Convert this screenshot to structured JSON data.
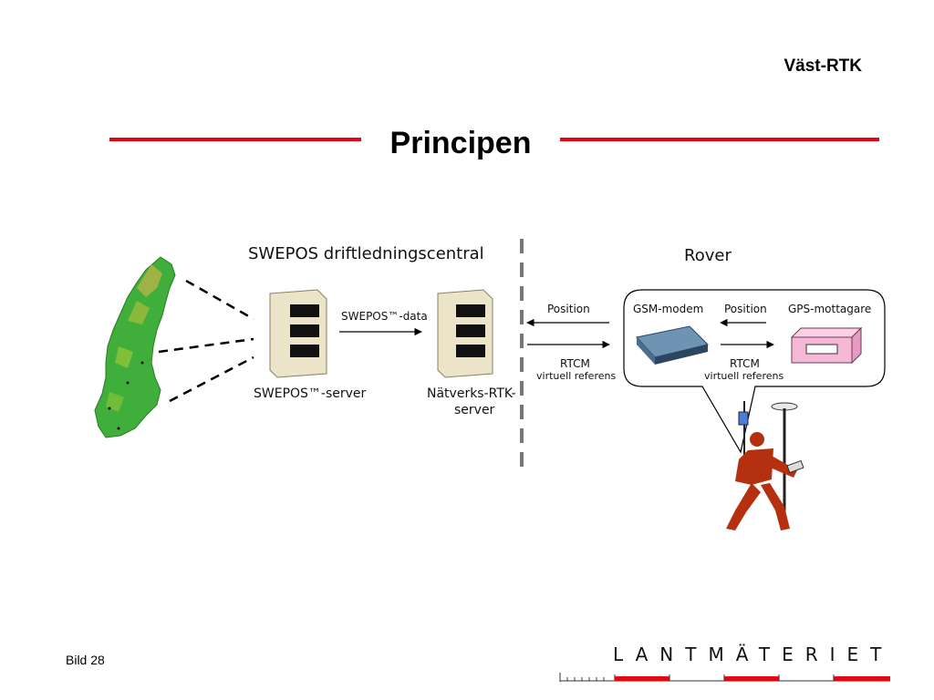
{
  "header": {
    "tag": "Väst-RTK"
  },
  "slide": {
    "title": "Principen"
  },
  "diagram": {
    "left_heading": "SWEPOS driftledningscentral",
    "right_heading": "Rover",
    "swepos_server": "SWEPOS™-server",
    "data_link": "SWEPOS™-data",
    "network_server_line1": "Nätverks-RTK-",
    "network_server_line2": "server",
    "position_left": "Position",
    "rtcm_left": "RTCM",
    "virtual_ref_left": "virtuell referens",
    "gsm_modem": "GSM-modem",
    "position_right": "Position",
    "gps_receiver": "GPS-mottagare",
    "rtcm_right": "RTCM",
    "virtual_ref_right": "virtuell referens"
  },
  "footer": {
    "page_label": "Bild 28",
    "logo_text": "LANTMÄTERIET"
  },
  "colors": {
    "accent_red": "#e30613",
    "map_green": "#3fae3a",
    "surveyor": "#b5300e",
    "gps_box": "#f7b8d8",
    "modem": "#6f93b3"
  }
}
